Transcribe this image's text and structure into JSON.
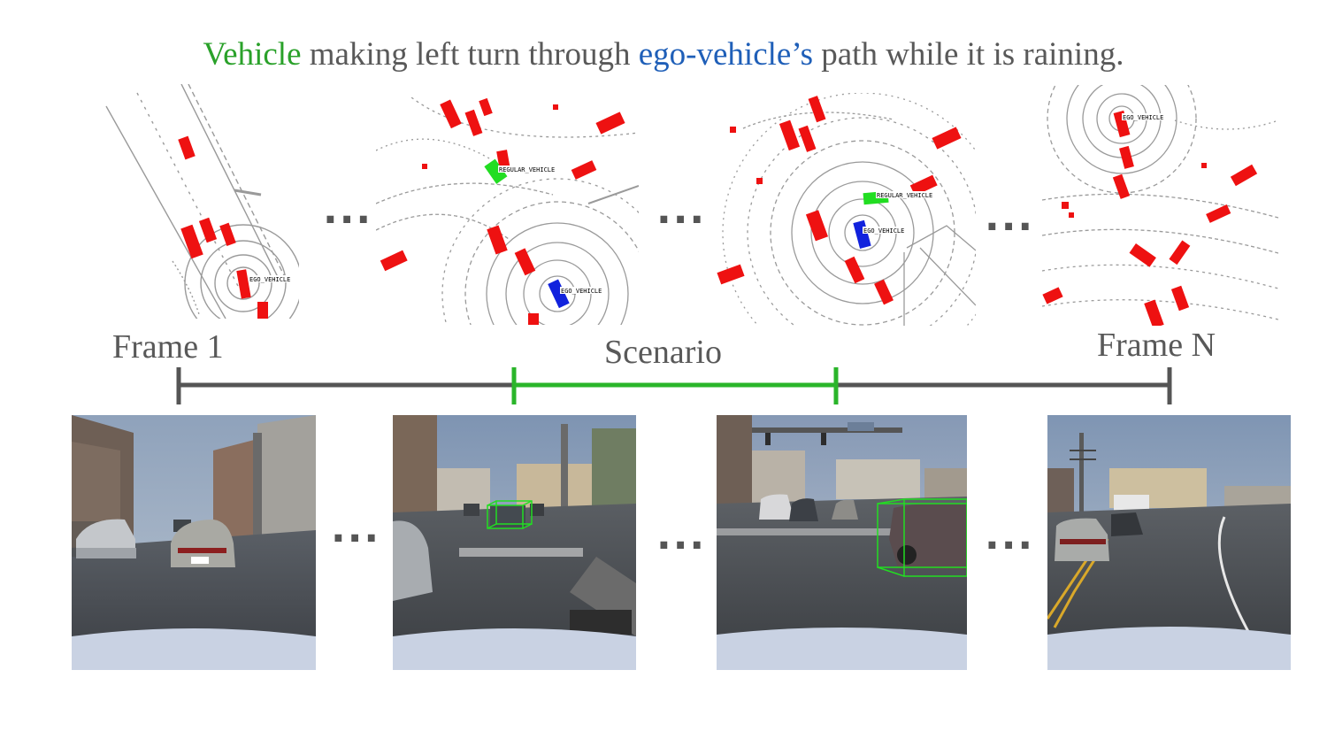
{
  "caption": {
    "actor": "Vehicle",
    "middle": " making left turn through ",
    "ego": "ego-vehicle’s",
    "end": " path while it is raining."
  },
  "lidar_frames": [
    {
      "tags": [
        "EGO_VEHICLE"
      ]
    },
    {
      "tags": [
        "REGULAR_VEHICLE",
        "EGO_VEHICLE"
      ]
    },
    {
      "tags": [
        "REGULAR_VEHICLE",
        "EGO_VEHICLE"
      ]
    },
    {
      "tags": [
        "EGO_VEHICLE"
      ]
    }
  ],
  "ellipsis": "...",
  "timeline": {
    "start_label": "Frame 1",
    "scenario_label": "Scenario",
    "end_label": "Frame N"
  },
  "colors": {
    "actor": "#2aa12a",
    "ego": "#1f5fb8",
    "timeline": "#555555",
    "scenario": "#2ab52a",
    "box_red": "#ee1111",
    "box_green": "#22dd22",
    "box_blue": "#1122dd"
  }
}
